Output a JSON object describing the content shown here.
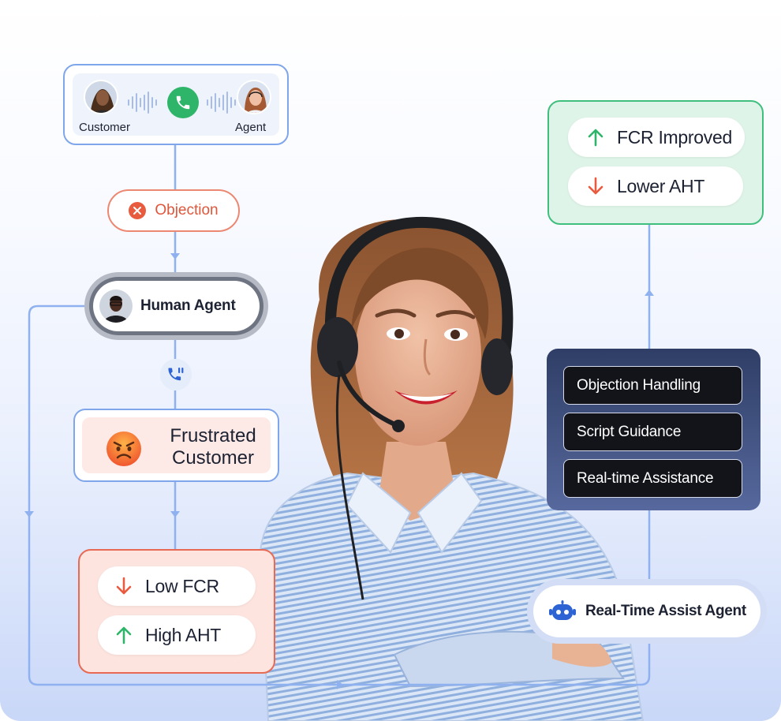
{
  "call_card": {
    "customer_label": "Customer",
    "agent_label": "Agent"
  },
  "objection": {
    "label": "Objection"
  },
  "human_agent": {
    "label": "Human Agent"
  },
  "frustrated": {
    "label_line1": "Frustrated",
    "label_line2": "Customer"
  },
  "low_outcomes": {
    "items": [
      {
        "label": "Low FCR",
        "direction": "down"
      },
      {
        "label": "High AHT",
        "direction": "up"
      }
    ]
  },
  "improved_outcomes": {
    "items": [
      {
        "label": "FCR Improved",
        "direction": "up"
      },
      {
        "label": "Lower AHT",
        "direction": "down"
      }
    ]
  },
  "assist_panel": {
    "items": [
      "Objection Handling",
      "Script Guidance",
      "Real-time Assistance"
    ]
  },
  "assist_agent": {
    "label": "Real-Time Assist Agent"
  },
  "colors": {
    "flow_line": "#8fb1ef",
    "up_arrow": "#2fb56a",
    "down_arrow": "#e95b3f",
    "objection_red": "#e0563a"
  }
}
